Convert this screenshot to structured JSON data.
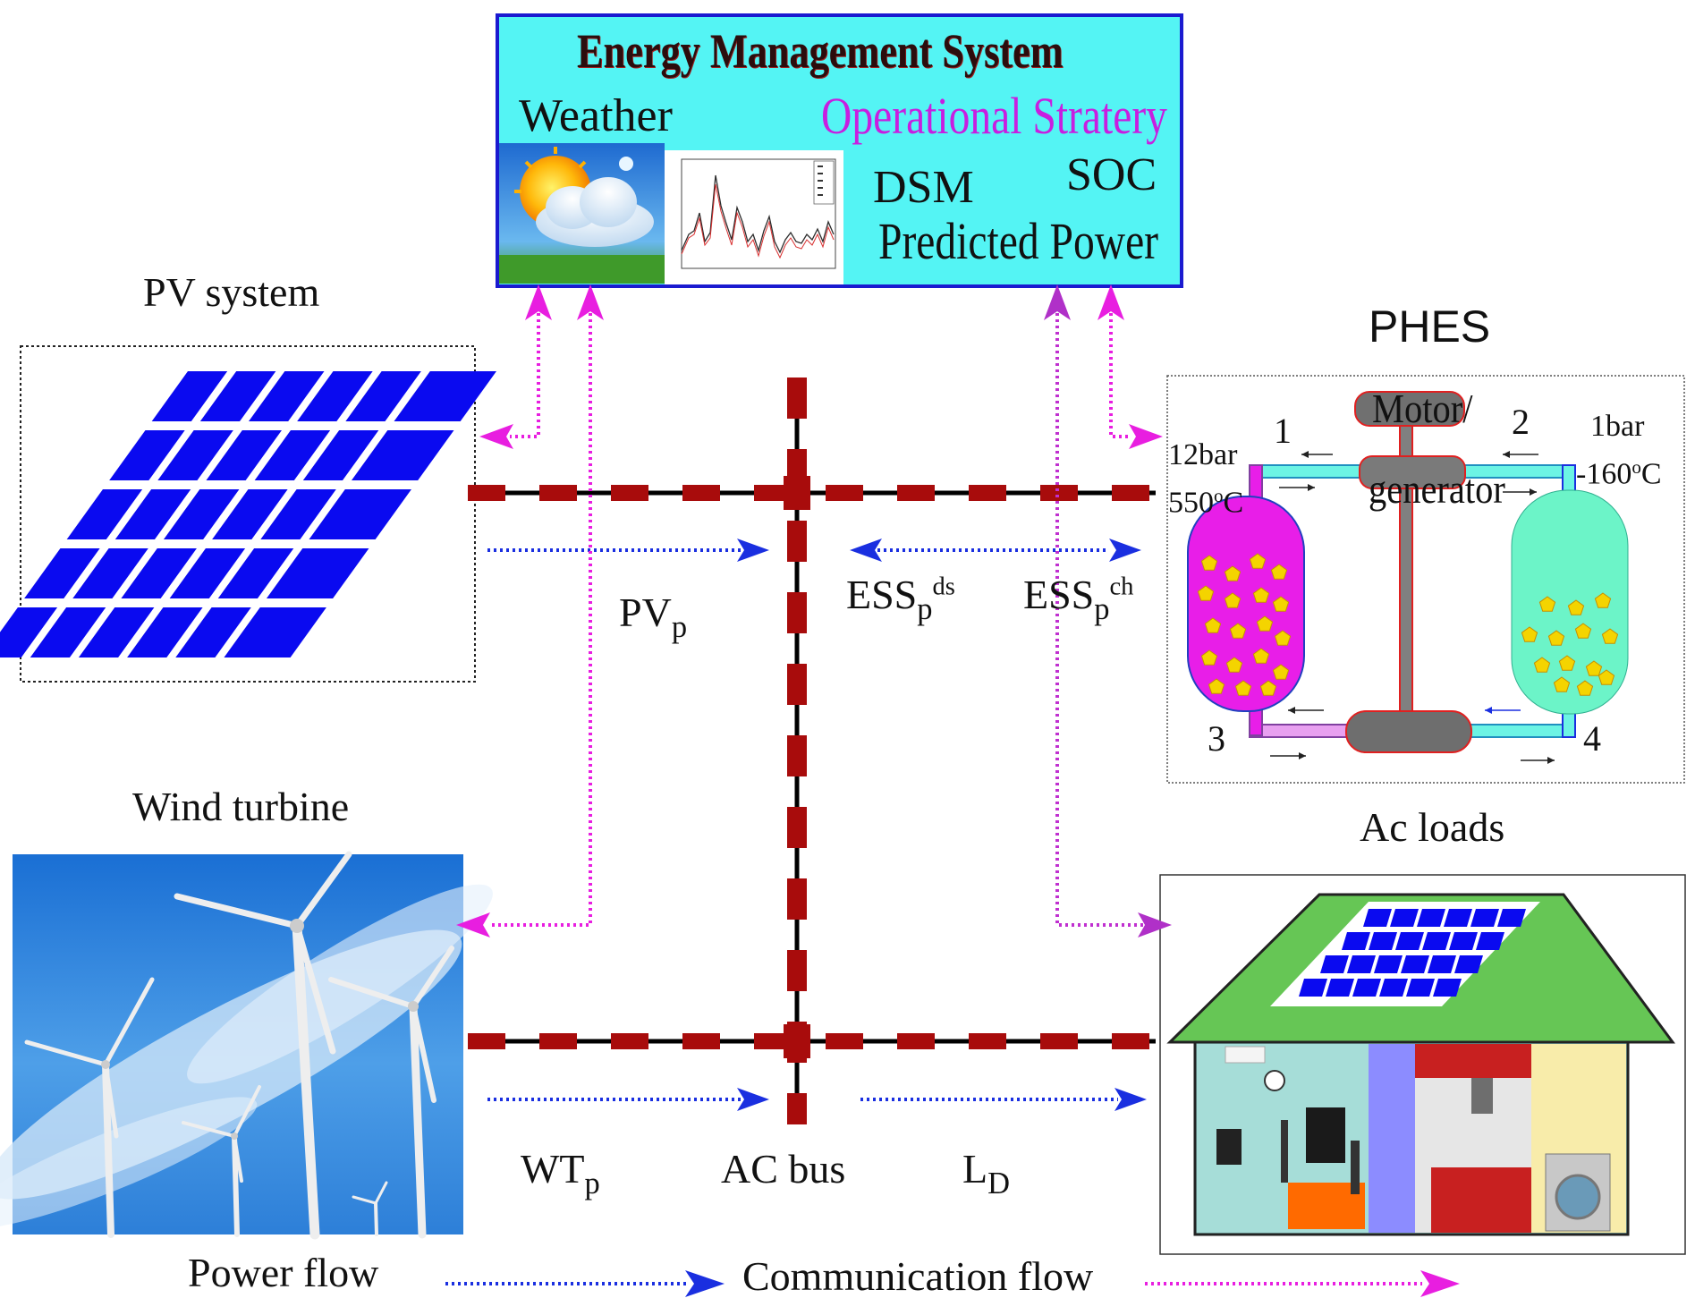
{
  "ems": {
    "title": "Energy Management System",
    "weather": "Weather",
    "operational": "Operational Stratery",
    "dsm": "DSM",
    "soc": "SOC",
    "predicted": "Predicted Power"
  },
  "pv": {
    "title": "PV system"
  },
  "wind": {
    "title": "Wind turbine"
  },
  "phes": {
    "title": "PHES",
    "motor_line1": "Motor/",
    "motor_line2": "generator",
    "p1": "1",
    "p2": "2",
    "p3": "3",
    "p4": "4",
    "hot_pressure": "12bar",
    "hot_temp_base": "550",
    "hot_temp_sup": "o",
    "hot_temp_unit": "C",
    "cold_pressure": "1bar",
    "cold_temp_base": "-160",
    "cold_temp_sup": "o",
    "cold_temp_unit": "C"
  },
  "loads": {
    "title": "Ac loads"
  },
  "labels": {
    "pv_base": "PV",
    "pv_sub": "p",
    "ess_base": "ESS",
    "ess_sub": "p",
    "ess_ds": "ds",
    "ess_ch": "ch",
    "wt_base": "WT",
    "wt_sub": "p",
    "acbus": "AC bus",
    "ld_base": "L",
    "ld_sub": "D"
  },
  "legend": {
    "power": "Power flow",
    "comm": "Communication flow"
  },
  "colors": {
    "power_arrow": "#1a2fe0",
    "comm_arrow": "#e81ee0",
    "bus": "#a80c0c",
    "ems_bg": "#54f4f4",
    "ems_border": "#1a1ad0",
    "pv_panel": "#0a0af0",
    "hot_tank": "#e81ee8",
    "cold_tank": "#6cf4c8",
    "roof": "#66c655"
  }
}
